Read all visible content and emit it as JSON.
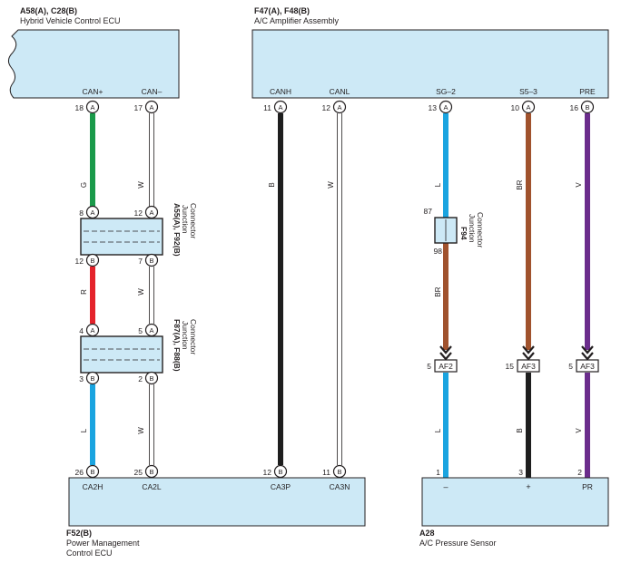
{
  "components": {
    "hv_ecu": {
      "code": "A58(A), C28(B)",
      "name": "Hybrid Vehicle Control ECU"
    },
    "ac_amp": {
      "code": "F47(A), F48(B)",
      "name": "A/C Amplifier Assembly"
    },
    "pm_ecu": {
      "code": "F52(B)",
      "name_line1": "Power Management",
      "name_line2": "Control ECU"
    },
    "sensor": {
      "code": "A28",
      "name": "A/C Pressure Sensor"
    }
  },
  "junctions": {
    "j1": {
      "code": "A55(A), F92(B)",
      "name_line1": "Junction",
      "name_line2": "Connector"
    },
    "j2": {
      "code": "F87(A), F88(B)",
      "name_line1": "Junction",
      "name_line2": "Connector"
    },
    "j3": {
      "code": "F94",
      "name_line1": "Junction",
      "name_line2": "Connector",
      "pin_top": "87",
      "pin_bottom": "98"
    }
  },
  "hv_pins": {
    "canp": {
      "label": "CAN+",
      "num": "18",
      "conn": "A"
    },
    "canm": {
      "label": "CAN–",
      "num": "17",
      "conn": "A"
    }
  },
  "amp_pins": {
    "canh": {
      "label": "CANH",
      "num": "11",
      "conn": "A"
    },
    "canl": {
      "label": "CANL",
      "num": "12",
      "conn": "A"
    },
    "sg2": {
      "label": "SG–2",
      "num": "13",
      "conn": "A"
    },
    "s53": {
      "label": "S5–3",
      "num": "10",
      "conn": "A"
    },
    "pre": {
      "label": "PRE",
      "num": "16",
      "conn": "B"
    }
  },
  "pm_pins": {
    "ca2h": {
      "label": "CA2H",
      "num": "26",
      "conn": "B"
    },
    "ca2l": {
      "label": "CA2L",
      "num": "25",
      "conn": "B"
    },
    "ca3p": {
      "label": "CA3P",
      "num": "12",
      "conn": "B"
    },
    "ca3n": {
      "label": "CA3N",
      "num": "11",
      "conn": "B"
    }
  },
  "sensor_pins": {
    "minus": {
      "label": "–",
      "num": "1"
    },
    "plus": {
      "label": "+",
      "num": "3"
    },
    "pr": {
      "label": "PR",
      "num": "2"
    }
  },
  "j1_pins": {
    "tl": {
      "num": "8",
      "conn": "A"
    },
    "tr": {
      "num": "12",
      "conn": "A"
    },
    "bl": {
      "num": "12",
      "conn": "B"
    },
    "br": {
      "num": "7",
      "conn": "B"
    }
  },
  "j2_pins": {
    "tl": {
      "num": "4",
      "conn": "A"
    },
    "tr": {
      "num": "5",
      "conn": "A"
    },
    "bl": {
      "num": "3",
      "conn": "B"
    },
    "br": {
      "num": "2",
      "conn": "B"
    }
  },
  "af_connectors": {
    "af2": {
      "label": "AF2",
      "num": "5"
    },
    "af3a": {
      "label": "AF3",
      "num": "15"
    },
    "af3b": {
      "label": "AF3",
      "num": "5"
    }
  },
  "wire_codes": {
    "hv_j1_a": "G",
    "hv_j1_b": "W",
    "j1_j2_a": "R",
    "j1_j2_b": "W",
    "j2_pm_a": "L",
    "j2_pm_b": "W",
    "canh": "B",
    "canl": "W",
    "sg2_top": "L",
    "sg2_mid": "BR",
    "sg2_bot": "L",
    "s53_top": "BR",
    "s53_bot": "B",
    "pre_top": "V",
    "pre_bot": "V"
  },
  "colors": {
    "box_fill": "#cde9f6",
    "green": "#1a9a4a",
    "red": "#e4232b",
    "blue": "#1aa4e0",
    "black": "#1e1e1e",
    "brown": "#a0522d",
    "purple": "#6b2d8c",
    "white_wire": "#ffffff"
  }
}
